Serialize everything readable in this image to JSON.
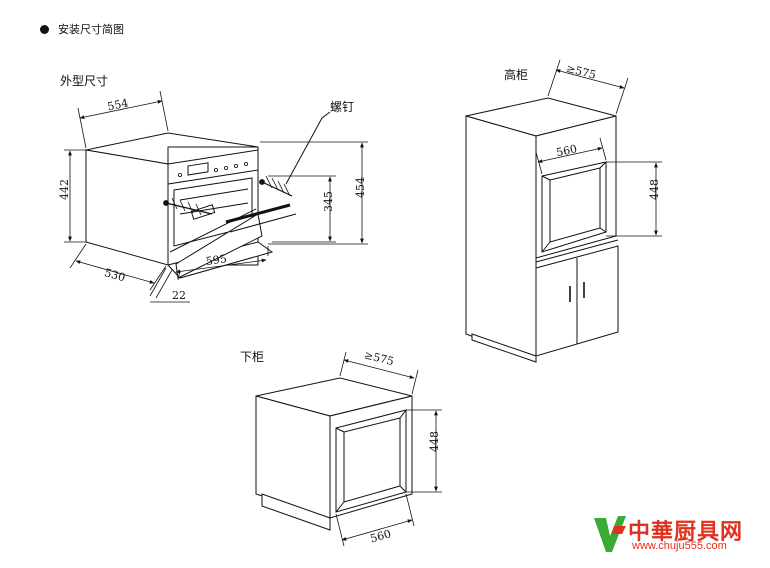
{
  "heading": "安装尺寸简图",
  "labels": {
    "exterior": "外型尺寸",
    "tall_cabinet": "高柜",
    "base_cabinet": "下柜",
    "screw": "螺钉"
  },
  "dims": {
    "w554": "554",
    "h442": "442",
    "d530": "530",
    "d595": "595",
    "t22": "22",
    "h345": "345",
    "h454": "454",
    "tall575": "≥575",
    "tall560": "560",
    "tall448": "448",
    "base575": "≥575",
    "base448": "448",
    "base560": "560"
  },
  "logo": {
    "name": "中華厨具网",
    "url": "www.chuju555.com",
    "green": "#3aa935",
    "red": "#e0301e"
  }
}
